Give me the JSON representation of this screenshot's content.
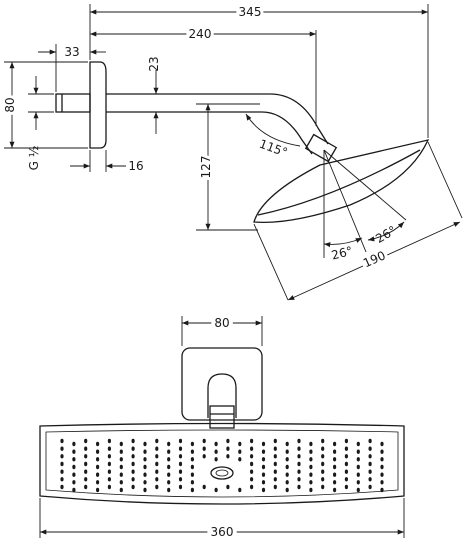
{
  "side_view": {
    "dim_total_length": "345",
    "dim_arm_length": "240",
    "dim_flange_depth": "33",
    "dim_arm_diameter": "23",
    "dim_flange_height": "80",
    "dim_thread": "G ½",
    "dim_wall_offset": "16",
    "dim_drop_height": "127",
    "dim_bend_angle": "115°",
    "dim_tilt_angle_left": "26°",
    "dim_tilt_angle_right": "26°",
    "dim_head_diameter": "190"
  },
  "front_view": {
    "dim_flange_width": "80",
    "dim_head_width": "360"
  },
  "colors": {
    "line": "#1a1a1a",
    "background": "#ffffff"
  }
}
